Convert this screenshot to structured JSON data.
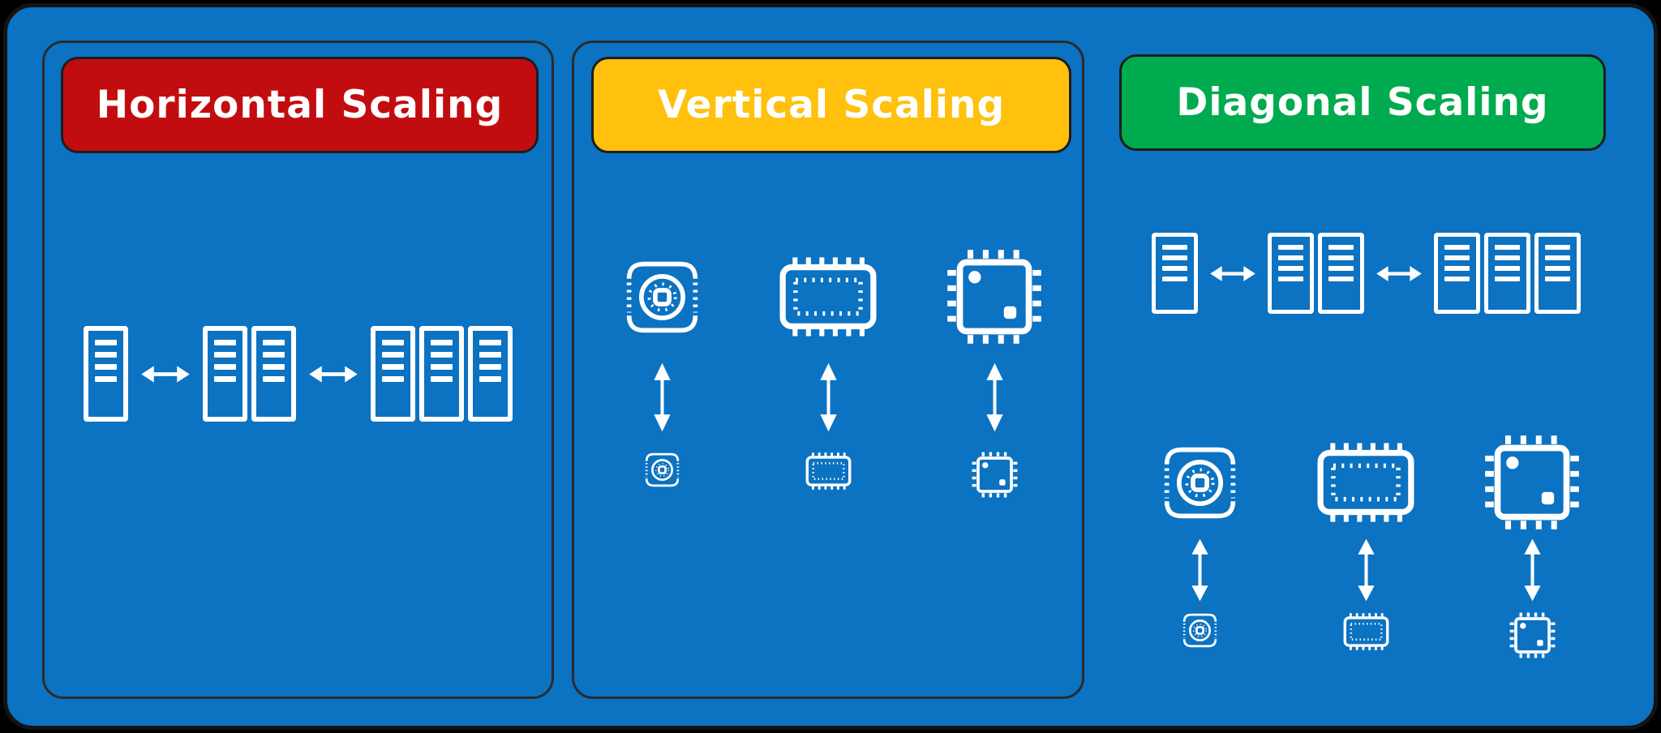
{
  "canvas": {
    "background_color": "#0c72c2",
    "frame_color": "#131313",
    "icon_color": "#ffffff",
    "text_color": "#ffffff"
  },
  "panels": [
    {
      "title": "Horizontal Scaling",
      "badge_color": "#c20d10",
      "server_groups": [
        1,
        2,
        3
      ]
    },
    {
      "title": "Vertical Scaling",
      "badge_color": "#ffc10d",
      "resources": [
        "disk",
        "ram",
        "cpu"
      ]
    },
    {
      "title": "Diagonal Scaling",
      "badge_color": "#00ab4f",
      "server_groups": [
        1,
        2,
        3
      ],
      "resources": [
        "disk",
        "ram",
        "cpu"
      ]
    }
  ]
}
